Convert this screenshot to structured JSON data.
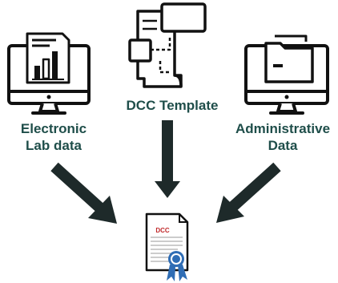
{
  "sources": {
    "electronic_lab": {
      "line1": "Electronic",
      "line2": "Lab data",
      "icon": "monitor-bar-chart-icon"
    },
    "dcc_template": {
      "label": "DCC Template",
      "icon": "template-document-icon"
    },
    "administrative": {
      "line1": "Administrative",
      "line2": "Data",
      "icon": "monitor-folder-icon"
    }
  },
  "output": {
    "doc_title": "DCC",
    "icon": "certificate-document-icon",
    "badge_icon": "rosette-badge-icon"
  },
  "colors": {
    "label_text": "#1f4e4a",
    "arrow": "#1e2a2a",
    "outline": "#111111",
    "doc_title": "#c0282a",
    "badge": "#2f6db5"
  }
}
